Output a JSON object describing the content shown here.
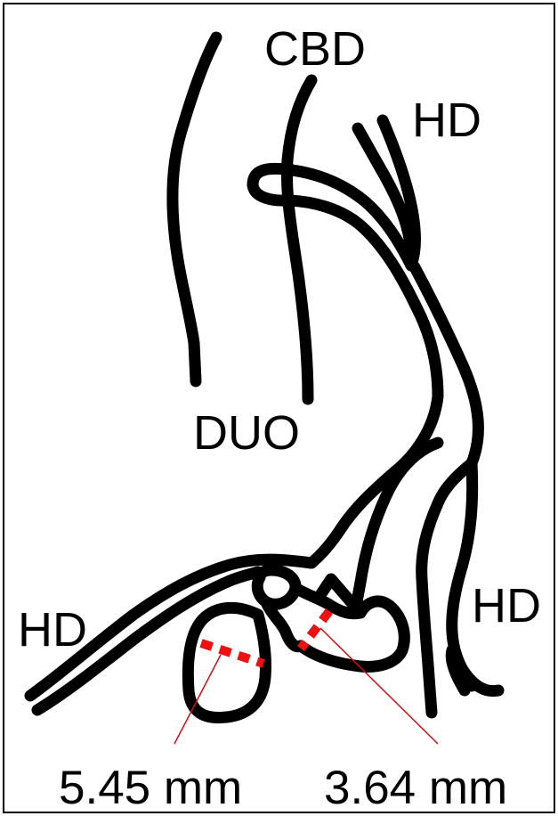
{
  "labels": {
    "cbd": "CBD",
    "hd_top": "HD",
    "duo": "DUO",
    "hd_left": "HD",
    "hd_right": "HD"
  },
  "measurements": {
    "left": "5.45 mm",
    "right": "3.64 mm"
  },
  "colors": {
    "outline": "#000000",
    "measurement": "#ee1111",
    "background": "#ffffff"
  }
}
